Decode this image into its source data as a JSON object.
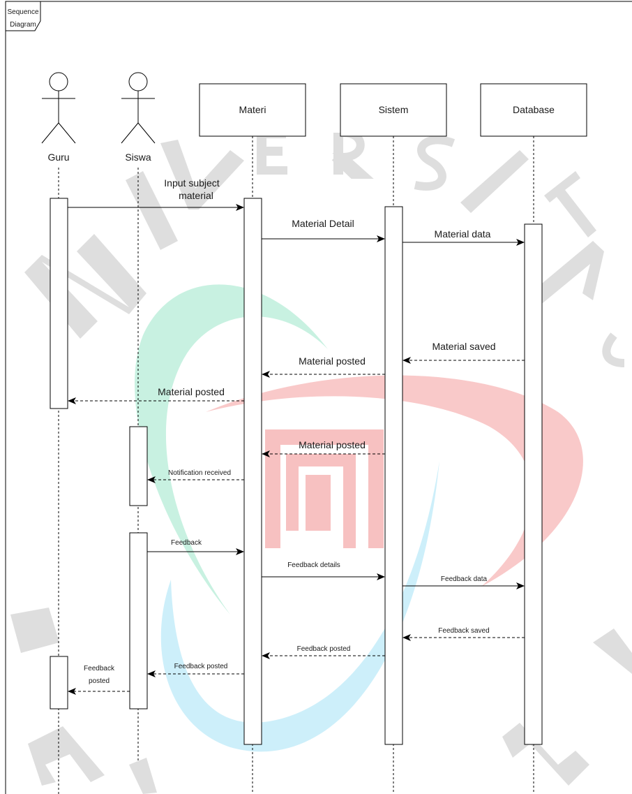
{
  "frame": {
    "label_line1": "Sequence",
    "label_line2": "Diagram"
  },
  "actors": {
    "guru": "Guru",
    "siswa": "Siswa"
  },
  "objects": {
    "materi": "Materi",
    "sistem": "Sistem",
    "database": "Database"
  },
  "messages": {
    "m1_line1": "Input subject",
    "m1_line2": "material",
    "m2": "Material Detail",
    "m3": "Material data",
    "m4": "Material saved",
    "m5": "Material posted",
    "m6": "Material posted",
    "m7": "Material posted",
    "m8": "Notification received",
    "m9": "Feedback",
    "m10": "Feedback details",
    "m11": "Feedback data",
    "m12": "Feedback saved",
    "m13": "Feedback posted",
    "m14": "Feedback posted",
    "m15_line1": "Feedback",
    "m15_line2": "posted"
  },
  "watermark": {
    "letters": [
      "U",
      "N",
      "I",
      "V",
      "E",
      "R",
      "S",
      "I",
      "T",
      "A",
      "S",
      "B",
      "A",
      "N"
    ],
    "colors": {
      "green": "#bff1de",
      "cyan": "#c9eef9",
      "red": "#f8bfbf",
      "gray": "#d9d9d9"
    }
  }
}
